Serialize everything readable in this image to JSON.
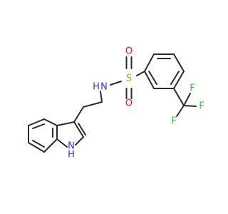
{
  "molecule": {
    "atoms": [
      {
        "id": "O1",
        "label": "O",
        "color": "#ff0d0d"
      },
      {
        "id": "O2",
        "label": "O",
        "color": "#ff0d0d"
      },
      {
        "id": "S",
        "label": "S",
        "color": "#c8a000"
      },
      {
        "id": "N_amide",
        "label": "N",
        "color": "#2b36e0"
      },
      {
        "id": "H_amide",
        "label": "H",
        "color": "#2b36e0"
      },
      {
        "id": "N_indole",
        "label": "N",
        "color": "#2b36e0"
      },
      {
        "id": "H_indole",
        "label": "H",
        "color": "#2b36e0"
      },
      {
        "id": "F1",
        "label": "F",
        "color": "#33cc33"
      },
      {
        "id": "F2",
        "label": "F",
        "color": "#33cc33"
      },
      {
        "id": "F3",
        "label": "F",
        "color": "#33cc33"
      }
    ],
    "bond_color": "#2b2b2b",
    "background": "#ffffff"
  }
}
